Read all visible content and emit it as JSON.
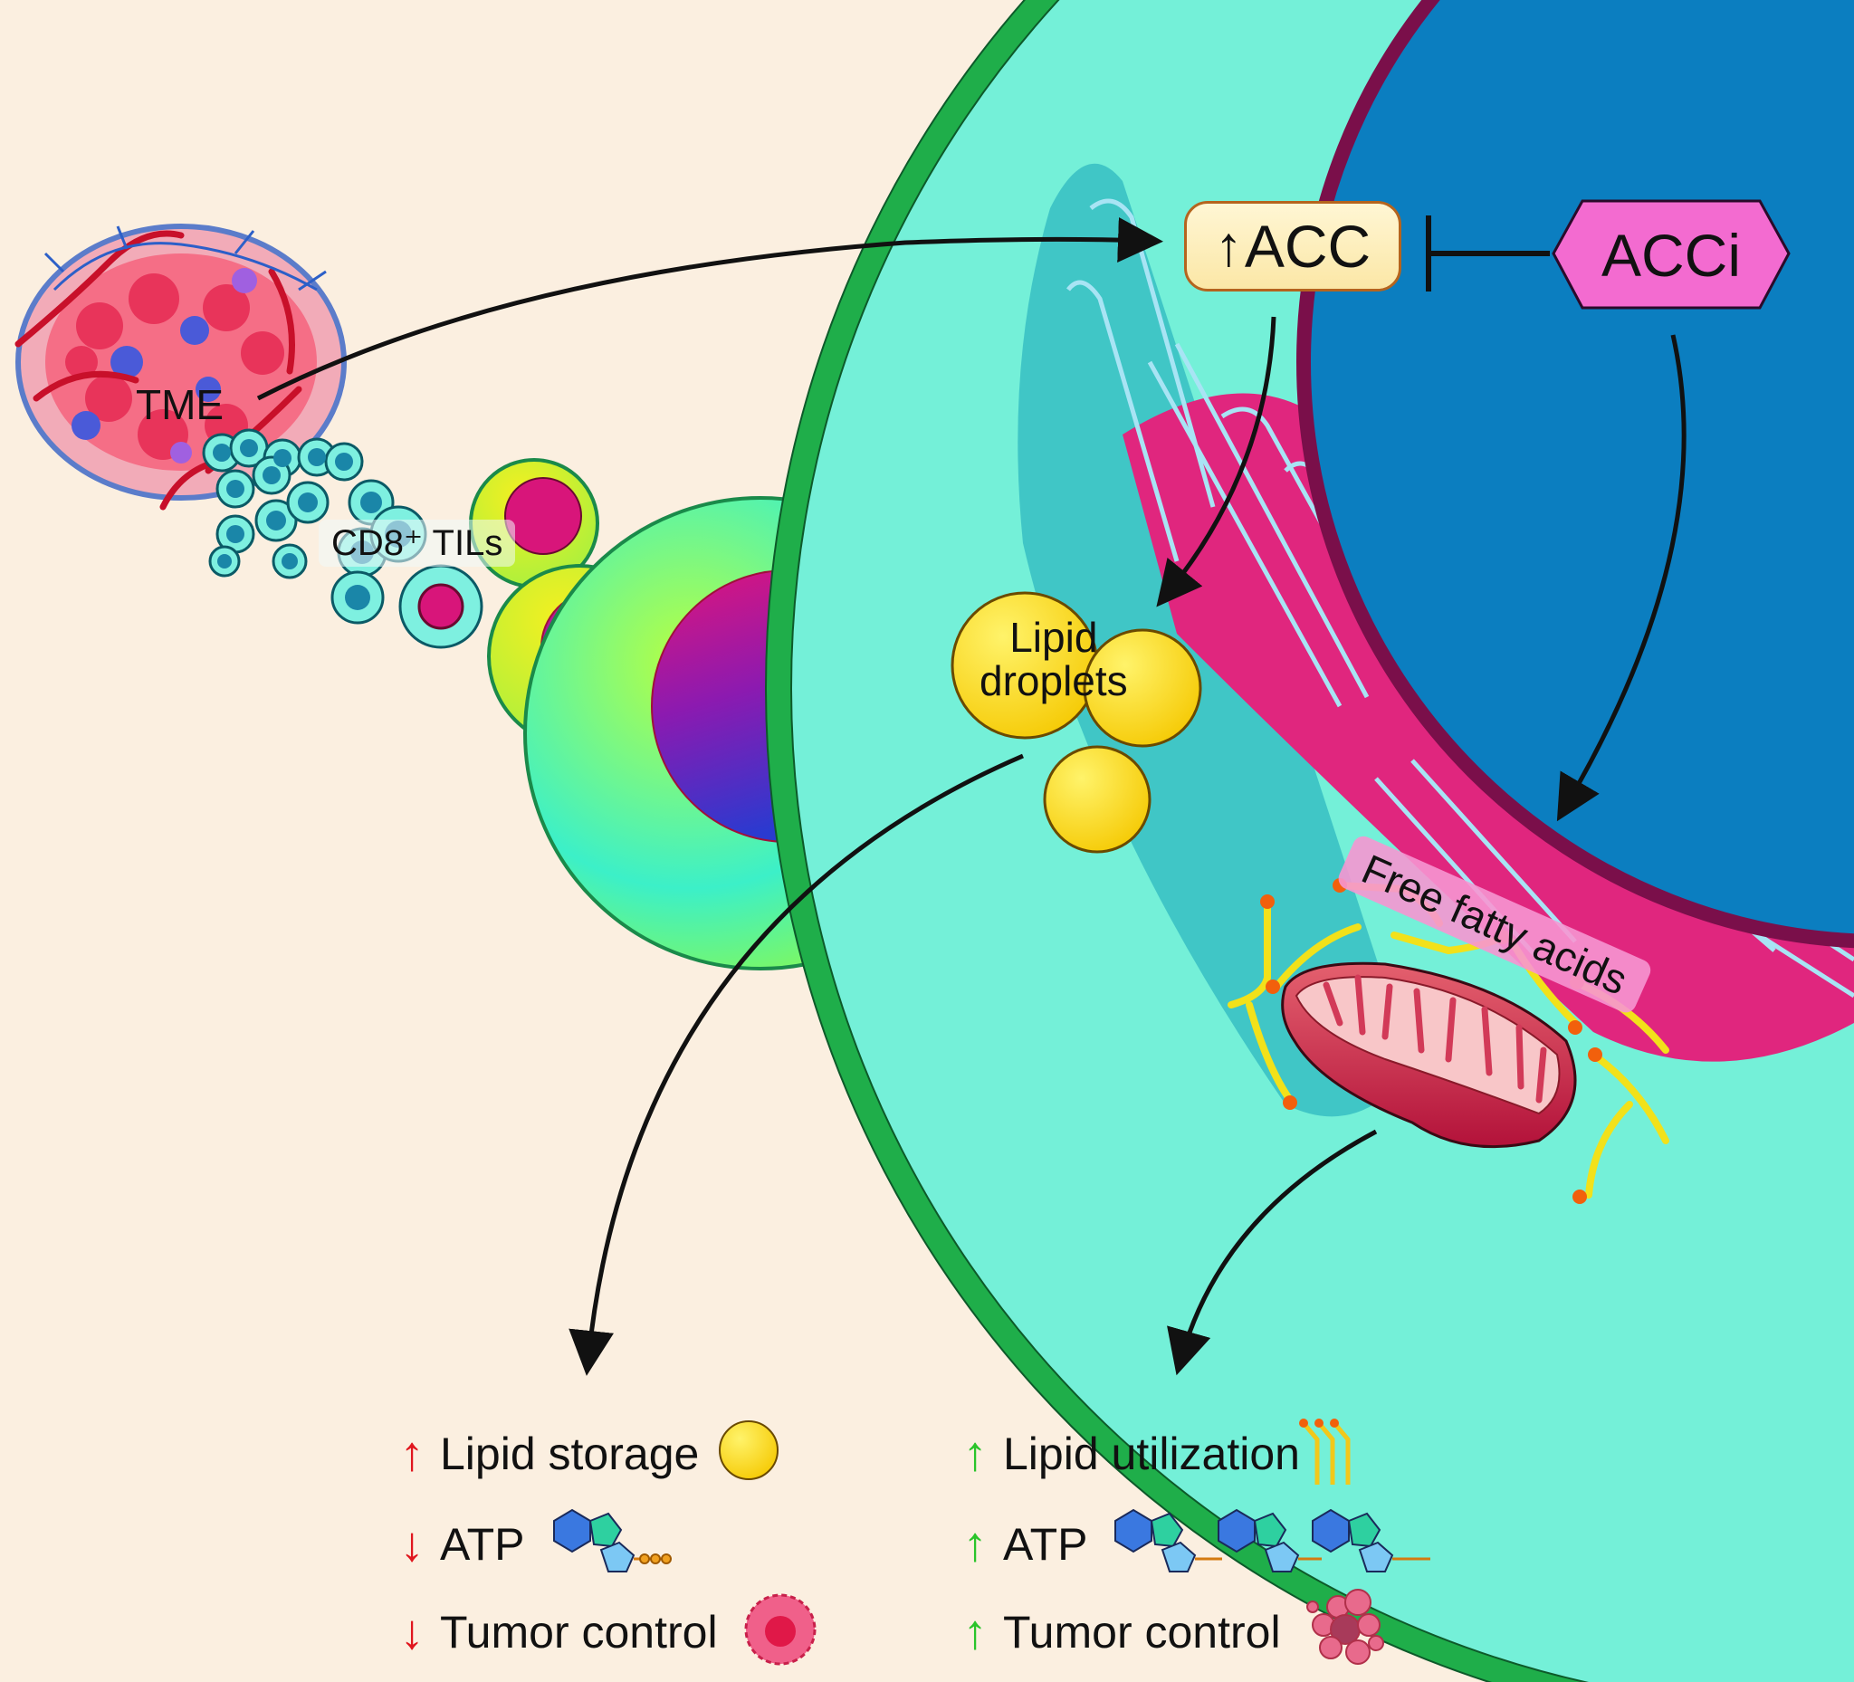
{
  "labels": {
    "tme": "TME",
    "cd8_tils": "CD8⁺ TILs",
    "acc": "ACC",
    "acc_arrow": "↑",
    "acci": "ACCi",
    "lipid_droplets_line1": "Lipid",
    "lipid_droplets_line2": "droplets",
    "free_fatty_acids": "Free fatty acids"
  },
  "outcomes": {
    "left": [
      {
        "direction": "up",
        "arrow": "↑",
        "text": "Lipid storage",
        "icon": "lipid-droplet-icon"
      },
      {
        "direction": "down",
        "arrow": "↓",
        "text": "ATP",
        "icon": "atp-molecule-icon"
      },
      {
        "direction": "down",
        "arrow": "↓",
        "text": "Tumor control",
        "icon": "tumor-cell-icon"
      }
    ],
    "right": [
      {
        "direction": "up",
        "arrow": "↑",
        "text": "Lipid utilization",
        "icon": "fatty-acid-icon"
      },
      {
        "direction": "up",
        "arrow": "↑",
        "text": "ATP",
        "icon": "atp-molecules-icon"
      },
      {
        "direction": "up",
        "arrow": "↑",
        "text": "Tumor control",
        "icon": "killed-tumor-cell-icon"
      }
    ]
  },
  "colors": {
    "background": "#fbefe0",
    "cytoplasm": "#74f0d8",
    "membrane": "#1fae4a",
    "nucleus": "#0b7ec0",
    "nuclear_envelope": "#7a0f4a",
    "er": "#e0267e",
    "lipid": "#ffd81a",
    "acci": "#f36bd0",
    "up_red": "#e0161e",
    "up_green": "#2ac42a"
  }
}
